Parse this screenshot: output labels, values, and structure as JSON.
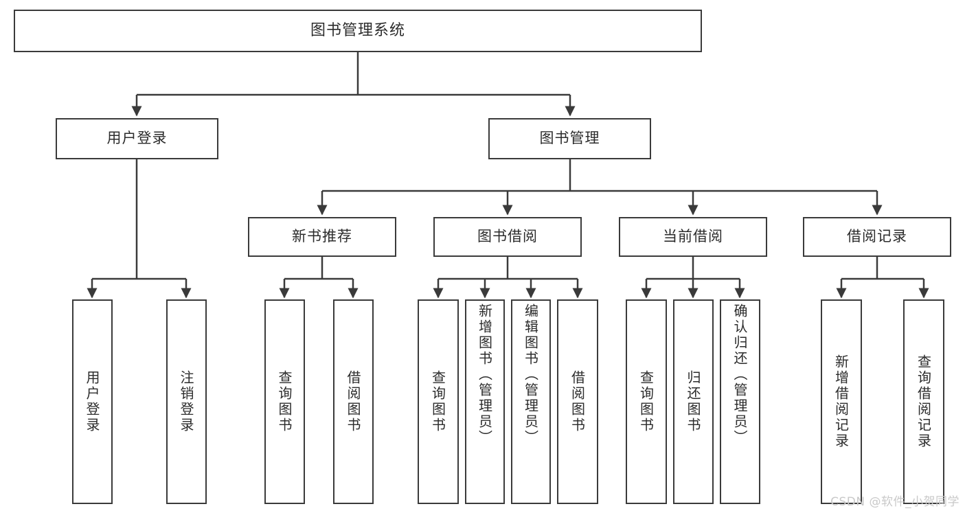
{
  "diagram": {
    "title": "图书管理系统",
    "root": {
      "label": "图书管理系统"
    },
    "level2": [
      {
        "label": "用户登录"
      },
      {
        "label": "图书管理"
      }
    ],
    "level3": [
      {
        "label": "新书推荐"
      },
      {
        "label": "图书借阅"
      },
      {
        "label": "当前借阅"
      },
      {
        "label": "借阅记录"
      }
    ],
    "leaves": {
      "user_login": [
        {
          "label": "用户登录"
        },
        {
          "label": "注销登录"
        }
      ],
      "new_book_recommend": [
        {
          "label": "查询图书"
        },
        {
          "label": "借阅图书"
        }
      ],
      "book_borrow": [
        {
          "label": "查询图书"
        },
        {
          "label": "新增图书（管理员）"
        },
        {
          "label": "编辑图书（管理员）"
        },
        {
          "label": "借阅图书"
        }
      ],
      "current_borrow": [
        {
          "label": "查询图书"
        },
        {
          "label": "归还图书"
        },
        {
          "label": "确认归还（管理员）"
        }
      ],
      "borrow_records": [
        {
          "label": "新增借阅记录"
        },
        {
          "label": "查询借阅记录"
        }
      ]
    }
  },
  "watermark": {
    "text": "CSDN @软件_小贺同学"
  },
  "colors": {
    "stroke": "#3a3a3a",
    "text": "#2b2b2b",
    "background": "#ffffff",
    "watermark": "#c9c9c9"
  }
}
